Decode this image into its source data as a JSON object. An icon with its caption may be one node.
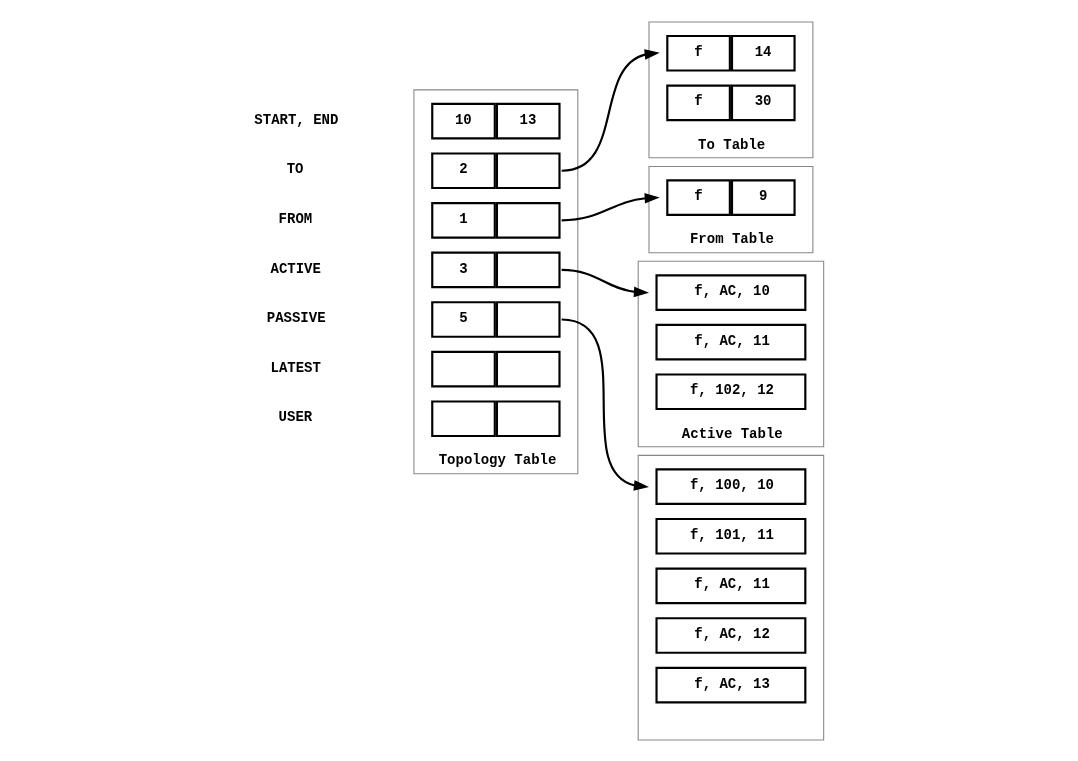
{
  "diagram": {
    "nodes": [
      {
        "text": [
          "Topology Table"
        ]
      },
      {
        "text": [
          "10",
          "13"
        ],
        "in": 0
      },
      {
        "text": [
          "2"
        ],
        "in": 0
      },
      {
        "text": [
          "1"
        ],
        "in": 0
      },
      {
        "text": [
          "3"
        ],
        "in": 0
      },
      {
        "text": [
          "5"
        ],
        "in": 0
      },
      {
        "text": [],
        "shape": "box",
        "in": 0
      },
      {
        "text": [],
        "shape": "box",
        "in": 0
      },
      {
        "text": [
          "To Table"
        ]
      },
      {
        "text": [
          "f",
          "14"
        ],
        "in": 8
      },
      {
        "text": [
          "f",
          "30"
        ],
        "in": 8
      },
      {
        "text": [
          "From Table"
        ]
      },
      {
        "text": [
          "f",
          "9"
        ],
        "in": 11
      },
      {
        "text": [],
        "shape": "box"
      },
      {
        "text": [
          "f, 100, 10"
        ],
        "in": 13
      },
      {
        "text": [
          "f, 101, 11"
        ],
        "in": 13
      },
      {
        "text": [
          "f, AC, 11"
        ],
        "in": 13
      },
      {
        "text": [
          "f, AC, 12"
        ],
        "in": 13
      },
      {
        "text": [
          "f, AC, 13"
        ],
        "in": 13
      },
      {
        "text": [
          "Active Table"
        ]
      },
      {
        "text": [
          "f, AC, 10"
        ],
        "in": 19
      },
      {
        "text": [
          "f, AC, 11"
        ],
        "in": 19
      },
      {
        "text": [
          "f, 102, 12"
        ],
        "in": 19
      }
    ],
    "edges": [
      {
        "from": 2,
        "to": 9,
        "arrow": "to"
      },
      {
        "from": 3,
        "to": 12,
        "arrow": "to"
      },
      {
        "from": 4,
        "to": 20,
        "arrow": "to"
      },
      {
        "from": 5,
        "to": 14,
        "arrow": "to"
      }
    ],
    "labels": [
      "START, END",
      "TO",
      "FROM",
      "ACTIVE",
      "PASSIVE",
      "LATEST",
      "USER"
    ]
  }
}
